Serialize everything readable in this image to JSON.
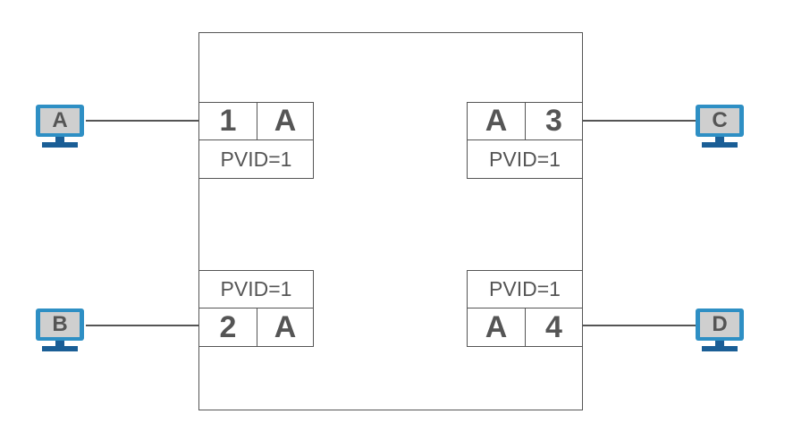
{
  "hosts": [
    {
      "id": "host-a",
      "label": "A"
    },
    {
      "id": "host-b",
      "label": "B"
    },
    {
      "id": "host-c",
      "label": "C"
    },
    {
      "id": "host-d",
      "label": "D"
    }
  ],
  "ports": [
    {
      "number": "1",
      "mode": "A",
      "pvid": "PVID=1"
    },
    {
      "number": "2",
      "mode": "A",
      "pvid": "PVID=1"
    },
    {
      "number": "3",
      "mode": "A",
      "pvid": "PVID=1"
    },
    {
      "number": "4",
      "mode": "A",
      "pvid": "PVID=1"
    }
  ],
  "colors": {
    "monitor": "#2e8fc4",
    "monitor_dark": "#1a5e96",
    "screen": "#cfcfcf",
    "line": "#555555"
  }
}
